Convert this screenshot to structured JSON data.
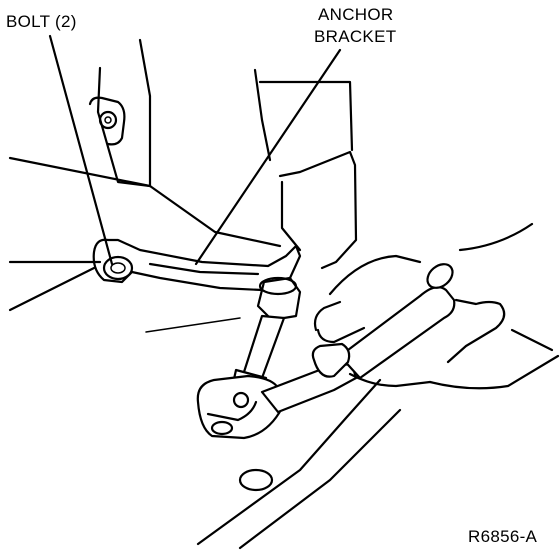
{
  "labels": {
    "bolt": "BOLT (2)",
    "anchor_line1": "ANCHOR",
    "anchor_line2": "BRACKET",
    "figure_ref": "R6856-A"
  }
}
